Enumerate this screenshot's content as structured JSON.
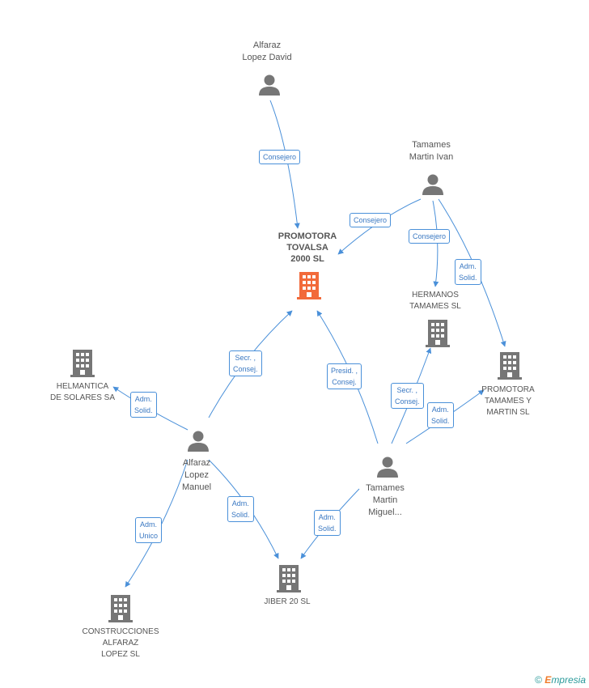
{
  "colors": {
    "edge": "#4a90d9",
    "node": "#767676",
    "main_node": "#f26a3a"
  },
  "nodes": {
    "alfaraz_david": {
      "label": "Alfaraz\nLopez David",
      "icon": "person-icon"
    },
    "tamames_ivan": {
      "label": "Tamames\nMartin Ivan",
      "icon": "person-icon"
    },
    "promotora_tovalsa": {
      "label": "PROMOTORA\nTOVALSA\n2000 SL",
      "icon": "building-icon"
    },
    "hermanos_tamames": {
      "label": "HERMANOS\nTAMAMES SL",
      "icon": "building-icon"
    },
    "promotora_tamames": {
      "label": "PROMOTORA\nTAMAMES Y\nMARTIN SL",
      "icon": "building-icon"
    },
    "helmantica": {
      "label": "HELMANTICA\nDE SOLARES SA",
      "icon": "building-icon"
    },
    "alfaraz_manuel": {
      "label": "Alfaraz\nLopez\nManuel",
      "icon": "person-icon"
    },
    "tamames_miguel": {
      "label": "Tamames\nMartin\nMiguel...",
      "icon": "person-icon"
    },
    "jiber": {
      "label": "JIBER 20 SL",
      "icon": "building-icon"
    },
    "construcciones": {
      "label": "CONSTRUCCIONES\nALFARAZ\nLOPEZ SL",
      "icon": "building-icon"
    }
  },
  "edges": {
    "e1": "Consejero",
    "e2": "Consejero",
    "e3": "Consejero",
    "e4": "Adm.\nSolid.",
    "e5": "Secr. ,\nConsej.",
    "e6": "Adm.\nSolid.",
    "e7": "Adm.\nUnico",
    "e8": "Adm.\nSolid.",
    "e9": "Presid. ,\nConsej.",
    "e10": "Secr. ,\nConsej.",
    "e11": "Adm.\nSolid.",
    "e12": "Adm.\nSolid."
  },
  "watermark": {
    "copyright": "©",
    "brand_e": "E",
    "brand_rest": "mpresia"
  }
}
